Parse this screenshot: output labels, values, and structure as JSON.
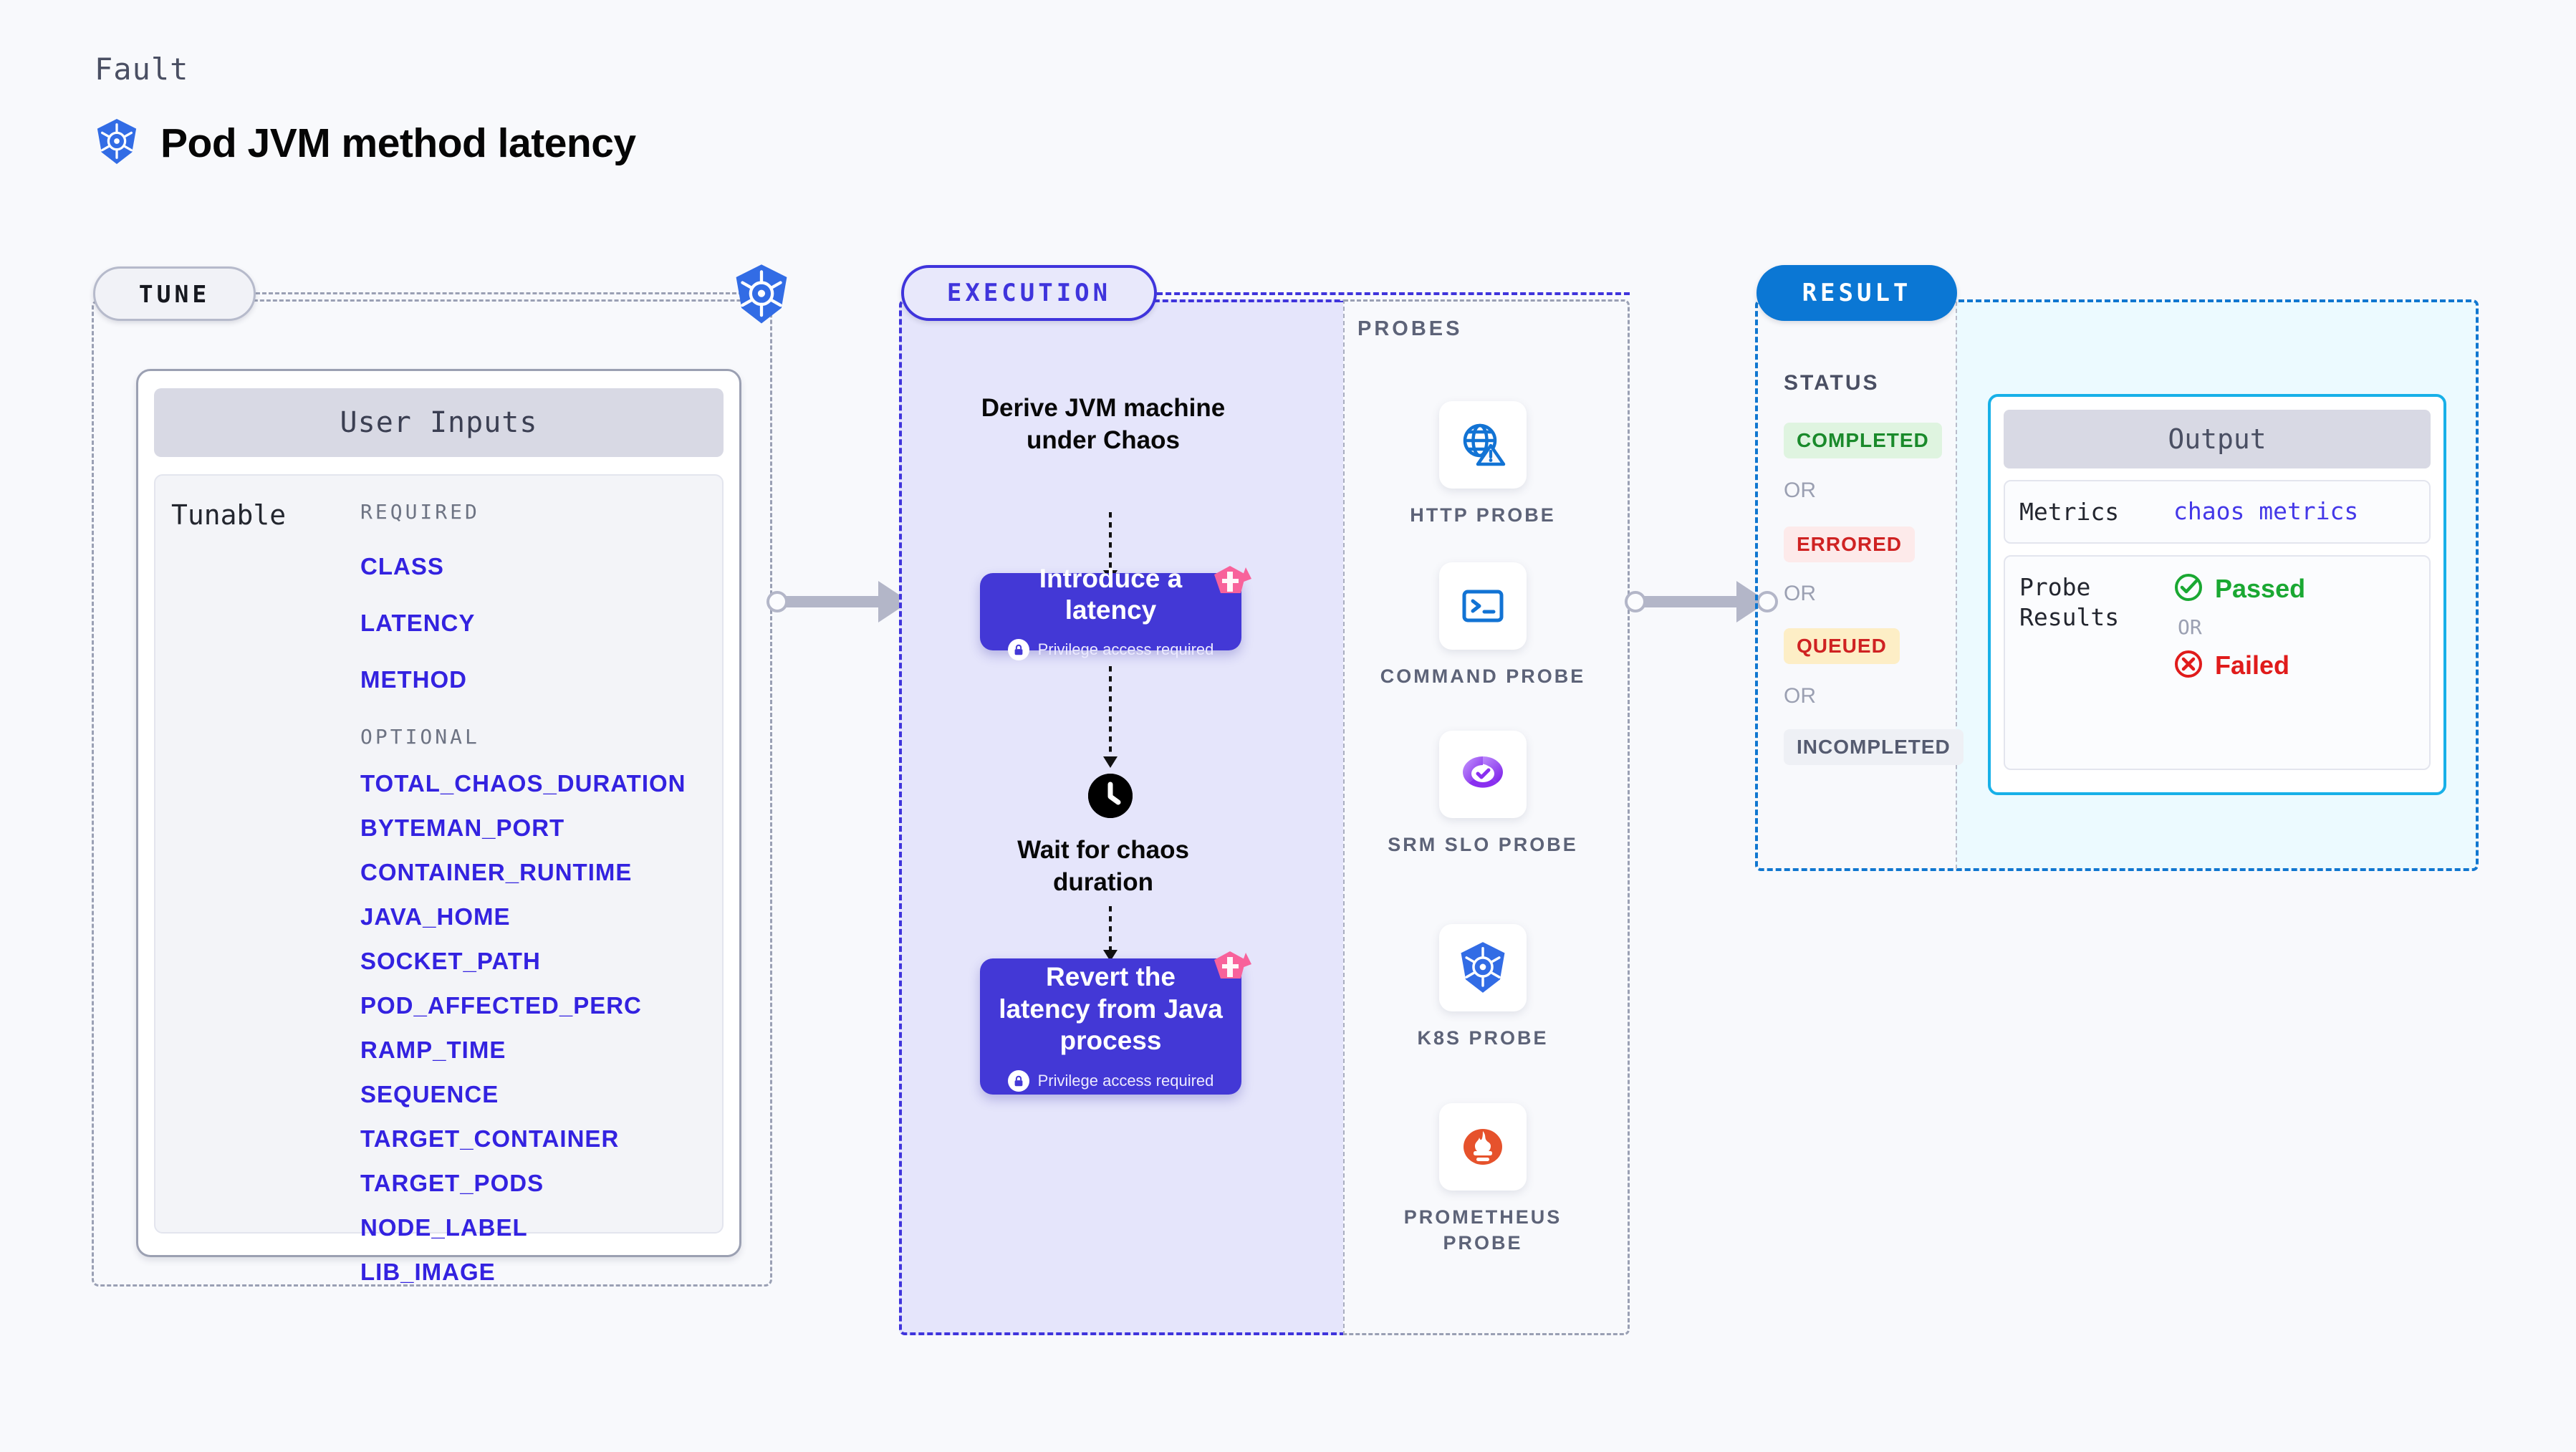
{
  "header": {
    "kicker": "Fault",
    "title": "Pod JVM method latency",
    "logo_icon": "kubernetes-icon"
  },
  "tune": {
    "badge": "TUNE",
    "corner_icon": "kubernetes-icon",
    "card_header": "User Inputs",
    "row_label": "Tunable",
    "required_label": "REQUIRED",
    "optional_label": "OPTIONAL",
    "required_params": [
      "CLASS",
      "LATENCY",
      "METHOD"
    ],
    "optional_params": [
      "TOTAL_CHAOS_DURATION",
      "BYTEMAN_PORT",
      "CONTAINER_RUNTIME",
      "JAVA_HOME",
      "SOCKET_PATH",
      "POD_AFFECTED_PERC",
      "RAMP_TIME",
      "SEQUENCE",
      "TARGET_CONTAINER",
      "TARGET_PODS",
      "NODE_LABEL",
      "LIB_IMAGE"
    ]
  },
  "execution": {
    "badge": "EXECUTION",
    "derive_text": "Derive JVM machine under Chaos",
    "step_one": {
      "title": "Introduce a latency",
      "privilege": "Privilege access required",
      "lock_icon": "lock-icon",
      "corner_icon": "litmus-icon"
    },
    "wait": {
      "icon": "clock-icon",
      "text": "Wait for chaos duration"
    },
    "step_two": {
      "title": "Revert the latency from Java process",
      "privilege": "Privilege access required",
      "lock_icon": "lock-icon",
      "corner_icon": "litmus-icon"
    }
  },
  "probes": {
    "label": "PROBES",
    "items": [
      {
        "name": "HTTP PROBE",
        "icon": "globe-warning-icon"
      },
      {
        "name": "COMMAND PROBE",
        "icon": "terminal-icon"
      },
      {
        "name": "SRM SLO PROBE",
        "icon": "slo-gauge-icon"
      },
      {
        "name": "K8S PROBE",
        "icon": "kubernetes-icon"
      },
      {
        "name": "PROMETHEUS PROBE",
        "icon": "prometheus-icon"
      }
    ]
  },
  "result": {
    "badge": "RESULT",
    "status_label": "STATUS",
    "or_label": "OR",
    "statuses": [
      {
        "text": "COMPLETED",
        "bg": "#dff4e0",
        "fg": "#1a8a2b"
      },
      {
        "text": "ERRORED",
        "bg": "#fdeaea",
        "fg": "#cf2222"
      },
      {
        "text": "QUEUED",
        "bg": "#fdeec6",
        "fg": "#cf2222"
      },
      {
        "text": "INCOMPLETED",
        "bg": "#eef0f5",
        "fg": "#555b70"
      }
    ],
    "output": {
      "header": "Output",
      "metrics_key": "Metrics",
      "metrics_value": "chaos metrics",
      "probe_results_key": "Probe Results",
      "passed": "Passed",
      "failed": "Failed",
      "or_label": "OR",
      "passed_icon": "check-circle-icon",
      "failed_icon": "x-circle-icon"
    }
  },
  "colors": {
    "page_bg": "#f8f9fc",
    "indigo": "#3f34dc",
    "card_purple": "#4338d6",
    "k8s_blue": "#326ce5",
    "result_blue": "#0b77d4",
    "cyan": "#17b0e8",
    "litmus_pink": "#f8629b",
    "param_blue": "#3322e0"
  }
}
